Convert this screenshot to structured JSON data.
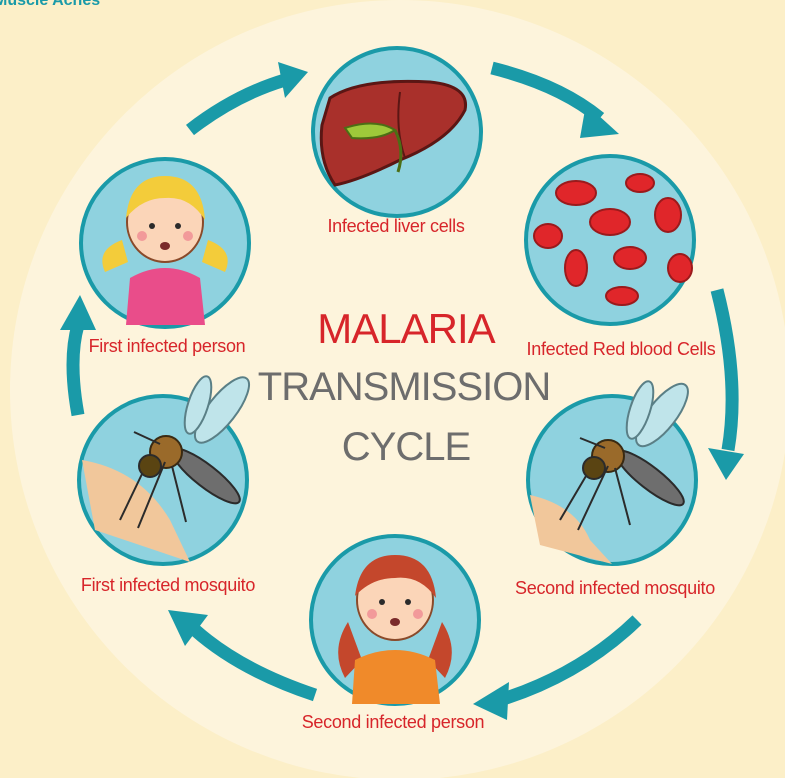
{
  "corner_text": "Muscle Aches",
  "title": {
    "line1": "MALARIA",
    "line2": "TRANSMISSION",
    "line3": "CYCLE"
  },
  "stages": [
    {
      "label": "Infected liver cells",
      "icon": "liver-icon"
    },
    {
      "label": "Infected Red blood Cells",
      "icon": "red-blood-cells-icon"
    },
    {
      "label": "Second infected mosquito",
      "icon": "mosquito-icon"
    },
    {
      "label": "Second infected person",
      "icon": "sick-girl-icon"
    },
    {
      "label": "First infected mosquito",
      "icon": "mosquito-icon"
    },
    {
      "label": "First infected person",
      "icon": "sick-girl-icon"
    }
  ],
  "colors": {
    "background": "#fcefc8",
    "ring": "#fdf4dc",
    "circle_fill": "#8fd2df",
    "circle_stroke": "#1a9aa8",
    "arrow": "#1a9aa8",
    "label": "#d7252a",
    "title_sub": "#6d6d6d"
  }
}
